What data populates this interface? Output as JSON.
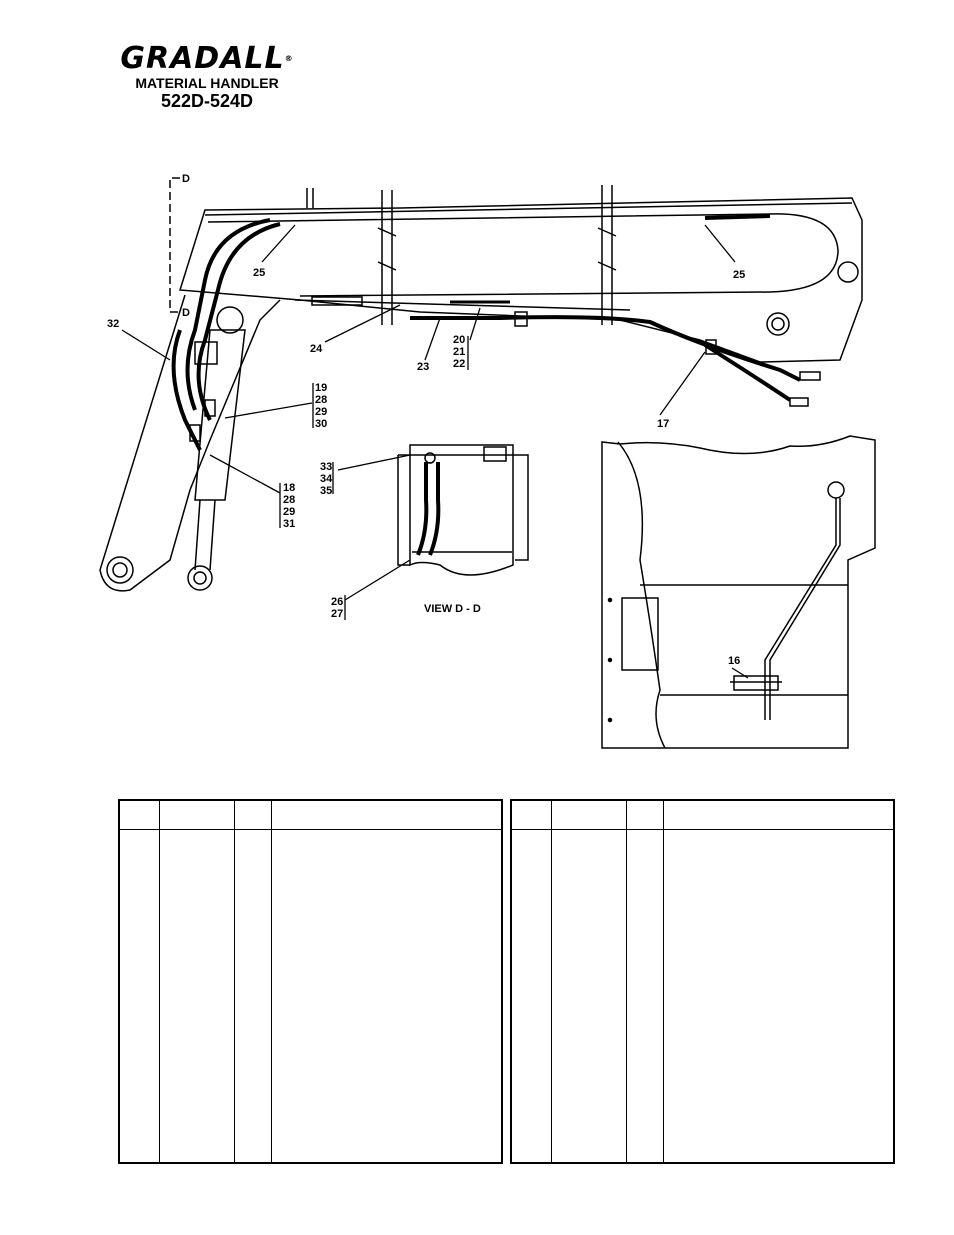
{
  "header": {
    "logo_text": "GRADALL",
    "registered_mark": "®",
    "subtitle": "MATERIAL HANDLER",
    "model": "522D-524D"
  },
  "main_view": {
    "section_marks": [
      "D",
      "D"
    ],
    "callouts": {
      "c25_left": "25",
      "c25_right": "25",
      "c24": "24",
      "c23": "23",
      "c20": [
        "20",
        "21",
        "22"
      ],
      "c17": "17",
      "c32": "32",
      "c19": [
        "19",
        "28",
        "29",
        "30"
      ],
      "c18": [
        "18",
        "28",
        "29",
        "31"
      ]
    }
  },
  "section_view": {
    "title": "VIEW D - D",
    "callouts": {
      "c33": [
        "33",
        "34",
        "35"
      ],
      "c26": [
        "26",
        "27"
      ]
    }
  },
  "detail_view": {
    "callouts": {
      "c16": "16"
    }
  },
  "parts_tables": [
    {
      "columns": [
        "",
        "",
        "",
        ""
      ],
      "rows": []
    },
    {
      "columns": [
        "",
        "",
        "",
        ""
      ],
      "rows": []
    }
  ]
}
